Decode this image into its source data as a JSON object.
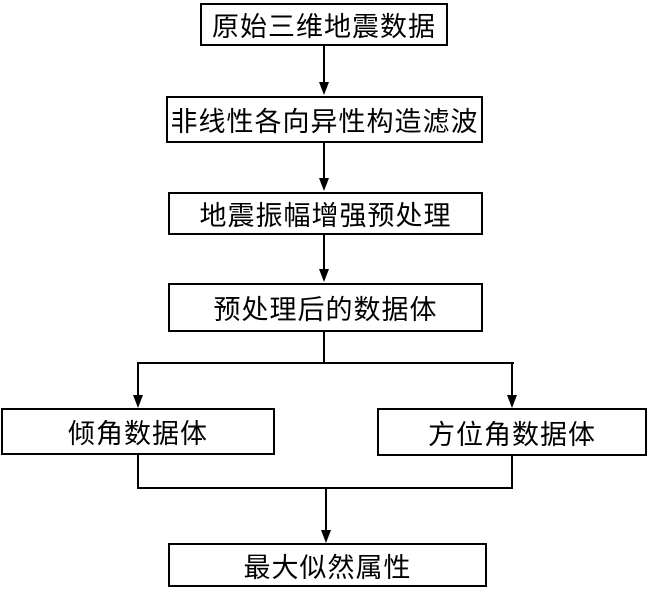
{
  "flowchart": {
    "title": "seismic-attribute-processing-flowchart",
    "nodes": [
      {
        "id": "raw-3d-seismic-data",
        "label": "原始三维地震数据"
      },
      {
        "id": "nonlinear-anisotropic-structural-filtering",
        "label": "非线性各向异性构造滤波"
      },
      {
        "id": "seismic-amplitude-enhancement-preprocessing",
        "label": "地震振幅增强预处理"
      },
      {
        "id": "preprocessed-data-volume",
        "label": "预处理后的数据体"
      },
      {
        "id": "dip-data-volume",
        "label": "倾角数据体"
      },
      {
        "id": "azimuth-data-volume",
        "label": "方位角数据体"
      },
      {
        "id": "maximum-likelihood-attribute",
        "label": "最大似然属性"
      }
    ],
    "edges": [
      {
        "from": "原始三维地震数据",
        "to": "非线性各向异性构造滤波"
      },
      {
        "from": "非线性各向异性构造滤波",
        "to": "地震振幅增强预处理"
      },
      {
        "from": "地震振幅增强预处理",
        "to": "预处理后的数据体"
      },
      {
        "from": "预处理后的数据体",
        "to": "倾角数据体"
      },
      {
        "from": "预处理后的数据体",
        "to": "方位角数据体"
      },
      {
        "from": "倾角数据体",
        "to": "最大似然属性"
      },
      {
        "from": "方位角数据体",
        "to": "最大似然属性"
      }
    ],
    "colors": {
      "background": "#ffffff",
      "border": "#000000",
      "line": "#000000",
      "text": "#000000"
    }
  }
}
